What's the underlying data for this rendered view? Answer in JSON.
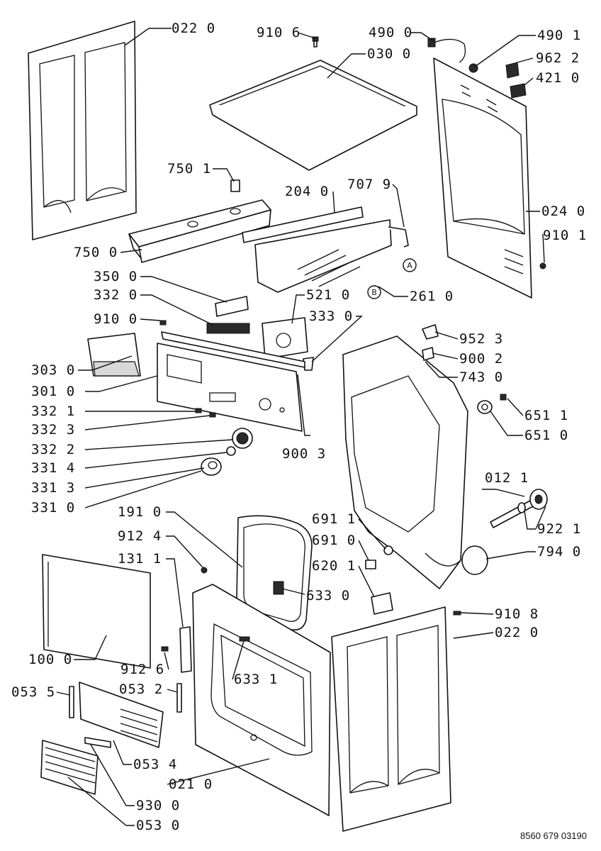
{
  "document": {
    "number": "8560 679 03190"
  },
  "markers": [
    "A",
    "B"
  ],
  "callouts": [
    {
      "id": "c0220a",
      "label": "022 0"
    },
    {
      "id": "c9106",
      "label": "910 6"
    },
    {
      "id": "c0300",
      "label": "030 0"
    },
    {
      "id": "c4900",
      "label": "490 0"
    },
    {
      "id": "c4901",
      "label": "490 1"
    },
    {
      "id": "c9622",
      "label": "962 2"
    },
    {
      "id": "c4210",
      "label": "421 0"
    },
    {
      "id": "c7501",
      "label": "750 1"
    },
    {
      "id": "c2040",
      "label": "204 0"
    },
    {
      "id": "c7079",
      "label": "707 9"
    },
    {
      "id": "c0240",
      "label": "024 0"
    },
    {
      "id": "c9101",
      "label": "910 1"
    },
    {
      "id": "c7500",
      "label": "750 0"
    },
    {
      "id": "c3500",
      "label": "350 0"
    },
    {
      "id": "c2610",
      "label": "261 0"
    },
    {
      "id": "c3320",
      "label": "332 0"
    },
    {
      "id": "c5210",
      "label": "521 0"
    },
    {
      "id": "c9100",
      "label": "910 0"
    },
    {
      "id": "c3330",
      "label": "333 0"
    },
    {
      "id": "c9523",
      "label": "952 3"
    },
    {
      "id": "c9002",
      "label": "900 2"
    },
    {
      "id": "c3030",
      "label": "303 0"
    },
    {
      "id": "c7430",
      "label": "743 0"
    },
    {
      "id": "c3010",
      "label": "301 0"
    },
    {
      "id": "c6511",
      "label": "651 1"
    },
    {
      "id": "c3321",
      "label": "332 1"
    },
    {
      "id": "c3323",
      "label": "332 3"
    },
    {
      "id": "c6510",
      "label": "651 0"
    },
    {
      "id": "c3322",
      "label": "332 2"
    },
    {
      "id": "c9003",
      "label": "900 3"
    },
    {
      "id": "c3314",
      "label": "331 4"
    },
    {
      "id": "c0121",
      "label": "012 1"
    },
    {
      "id": "c3313",
      "label": "331 3"
    },
    {
      "id": "c3310",
      "label": "331 0"
    },
    {
      "id": "c1910",
      "label": "191 0"
    },
    {
      "id": "c6911",
      "label": "691 1"
    },
    {
      "id": "c9221",
      "label": "922 1"
    },
    {
      "id": "c9124",
      "label": "912 4"
    },
    {
      "id": "c6910",
      "label": "691 0"
    },
    {
      "id": "c7940",
      "label": "794 0"
    },
    {
      "id": "c1311",
      "label": "131 1"
    },
    {
      "id": "c6201",
      "label": "620 1"
    },
    {
      "id": "c6330",
      "label": "633 0"
    },
    {
      "id": "c9108",
      "label": "910 8"
    },
    {
      "id": "c0220b",
      "label": "022 0"
    },
    {
      "id": "c1000",
      "label": "100 0"
    },
    {
      "id": "c9126",
      "label": "912 6"
    },
    {
      "id": "c6331",
      "label": "633 1"
    },
    {
      "id": "c0535",
      "label": "053 5"
    },
    {
      "id": "c0532",
      "label": "053 2"
    },
    {
      "id": "c0534",
      "label": "053 4"
    },
    {
      "id": "c0210",
      "label": "021 0"
    },
    {
      "id": "c9300",
      "label": "930 0"
    },
    {
      "id": "c0530",
      "label": "053 0"
    }
  ]
}
